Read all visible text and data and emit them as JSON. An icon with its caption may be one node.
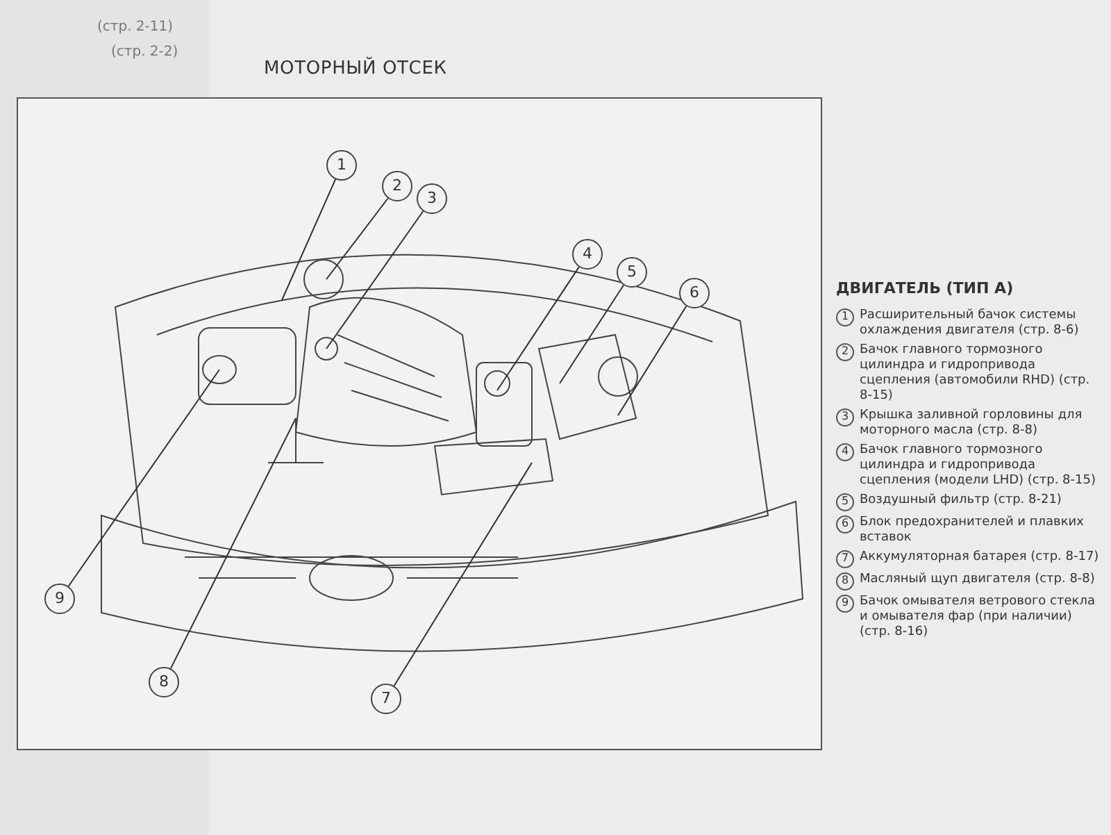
{
  "diagram": {
    "title": "МОТОРНЫЙ ОТСЕК",
    "nodes": [
      {
        "text": [
          "1"
        ]
      },
      {
        "text": [
          "2"
        ]
      },
      {
        "text": [
          "3"
        ]
      },
      {
        "text": [
          "4"
        ]
      },
      {
        "text": [
          "5"
        ]
      },
      {
        "text": [
          "6"
        ]
      },
      {
        "text": [
          "9"
        ]
      },
      {
        "text": [
          "8"
        ]
      },
      {
        "text": [
          "7"
        ]
      }
    ],
    "edges": [
      {
        "from": 0,
        "to": null,
        "arrow": "none"
      },
      {
        "from": 1,
        "to": null,
        "arrow": "none"
      },
      {
        "from": 2,
        "to": null,
        "arrow": "none"
      },
      {
        "from": 3,
        "to": null,
        "arrow": "none"
      },
      {
        "from": 4,
        "to": null,
        "arrow": "none"
      },
      {
        "from": 5,
        "to": null,
        "arrow": "none"
      },
      {
        "from": 6,
        "to": null,
        "arrow": "none"
      },
      {
        "from": 7,
        "to": null,
        "arrow": "none"
      },
      {
        "from": 8,
        "to": null,
        "arrow": "none"
      }
    ],
    "labels": [
      "(стр. 2-11)",
      "(стр. 2-2)",
      "ДВИГАТЕЛЬ (ТИП А)",
      "1",
      "Расширительный бачок системы охлаждения двигателя (стр. 8-6)",
      "2",
      "Бачок главного тормозного цилиндра и гидропривода сцепления (автомобили RHD) (стр. 8-15)",
      "3",
      "Крышка заливной горловины для моторного масла (стр. 8-8)",
      "4",
      "Бачок главного тормозного цилиндра и гидропривода сцепления (модели LHD) (стр. 8-15)",
      "5",
      "Воздушный фильтр (стр. 8-21)",
      "6",
      "Блок предохранителей и плавких вставок",
      "7",
      "Аккумуляторная батарея (стр. 8-17)",
      "8",
      "Масляный щуп двигателя (стр. 8-8)",
      "9",
      "Бачок омывателя ветрового стекла и омывателя фар (при наличии) (стр. 8-16)"
    ]
  }
}
